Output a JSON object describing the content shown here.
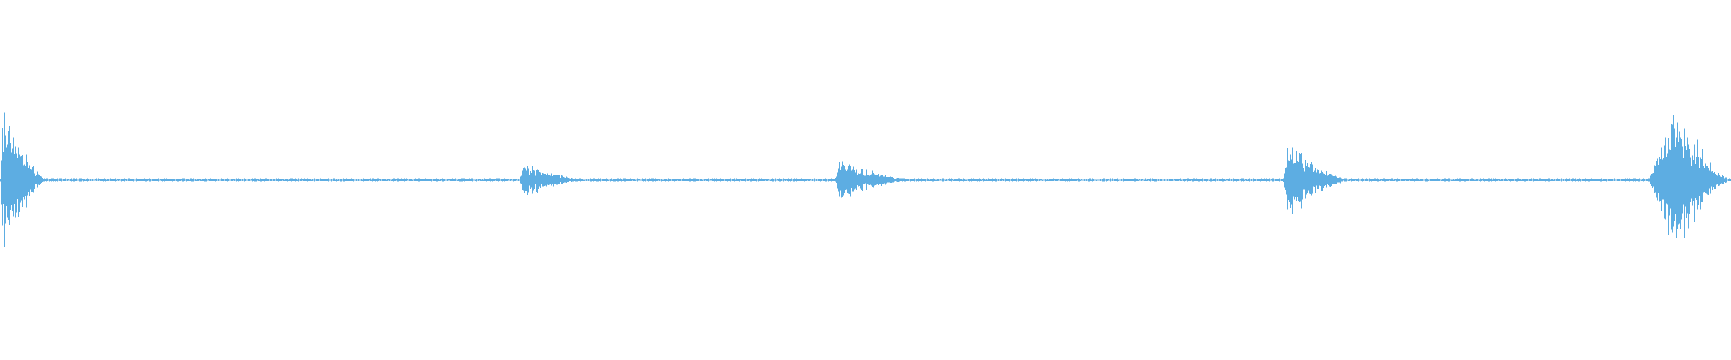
{
  "waveform": {
    "color": "#5dade2",
    "background": "#ffffff",
    "bursts": [
      {
        "start": 0.0,
        "peak": 0.0015,
        "end": 0.028,
        "amp": 1.0,
        "decay": 0.55
      },
      {
        "start": 0.3,
        "peak": 0.303,
        "end": 0.34,
        "amp": 0.24,
        "decay": 0.4
      },
      {
        "start": 0.482,
        "peak": 0.485,
        "end": 0.53,
        "amp": 0.28,
        "decay": 0.35
      },
      {
        "start": 0.741,
        "peak": 0.7445,
        "end": 0.78,
        "amp": 0.52,
        "decay": 0.4
      },
      {
        "start": 0.952,
        "peak": 0.97,
        "end": 1.0,
        "amp": 1.0,
        "decay": 0.8
      }
    ],
    "baseline_amp": 0.012,
    "midline_fraction": 0.5
  }
}
